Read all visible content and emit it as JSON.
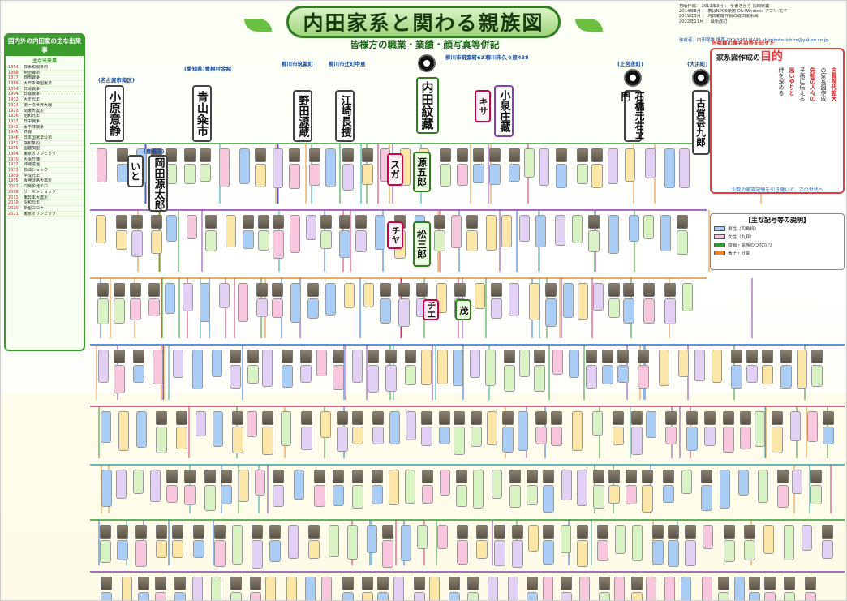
{
  "title": "内田家系と関わる親族図",
  "subtitle": "皆様方の職業・業績・顔写真等併記",
  "header_meta": [
    "初版作成： 2011年3月 ： 手書きから 内田家業",
    "2014年8月 ： 表はNPC6使用 OS:Windows アプリ:花子",
    "2019年3月 ： 内田範雄作製の成田家系図",
    "2022年11月 ： 最新改訂"
  ],
  "contact": "作成者：内田範雄  携帯 090(3161)4445  shimbotsuichiro@yahoo.co.jp",
  "left_column": {
    "title": "国内外の内田家の主な出来事",
    "subtitle": "主な出来事",
    "events": [
      {
        "year": "1854",
        "text": "日米和親条約"
      },
      {
        "year": "1868",
        "text": "明治維新"
      },
      {
        "year": "1877",
        "text": "西南戦争"
      },
      {
        "year": "1889",
        "text": "大日本帝国憲法"
      },
      {
        "year": "1894",
        "text": "日清戦争"
      },
      {
        "year": "1904",
        "text": "日露戦争"
      },
      {
        "year": "1912",
        "text": "大正元年"
      },
      {
        "year": "1914",
        "text": "第一次世界大戦"
      },
      {
        "year": "1923",
        "text": "関東大震災"
      },
      {
        "year": "1926",
        "text": "昭和元年"
      },
      {
        "year": "1937",
        "text": "日中戦争"
      },
      {
        "year": "1941",
        "text": "太平洋戦争"
      },
      {
        "year": "1945",
        "text": "終戦"
      },
      {
        "year": "1946",
        "text": "日本国憲法公布"
      },
      {
        "year": "1951",
        "text": "講和条約"
      },
      {
        "year": "1956",
        "text": "国連加盟"
      },
      {
        "year": "1964",
        "text": "東京オリンピック"
      },
      {
        "year": "1970",
        "text": "大阪万博"
      },
      {
        "year": "1972",
        "text": "沖縄返還"
      },
      {
        "year": "1973",
        "text": "石油ショック"
      },
      {
        "year": "1989",
        "text": "平成元年"
      },
      {
        "year": "1995",
        "text": "阪神淡路大震災"
      },
      {
        "year": "2001",
        "text": "同時多発テロ"
      },
      {
        "year": "2008",
        "text": "リーマンショック"
      },
      {
        "year": "2011",
        "text": "東日本大震災"
      },
      {
        "year": "2019",
        "text": "令和元年"
      },
      {
        "year": "2020",
        "text": "新型コロナ"
      },
      {
        "year": "2021",
        "text": "東京オリンピック"
      }
    ]
  },
  "clans": [
    {
      "name": "小原意静",
      "origin": "(名古屋市南区)"
    },
    {
      "name": "いと",
      "origin": ""
    },
    {
      "name": "岡田源太郎",
      "origin": "(豊橋市)"
    },
    {
      "name": "青山粂市",
      "origin": "(愛知県)豊根村金越"
    },
    {
      "name": "野田源蔵",
      "origin": "柳川市筑紫町"
    },
    {
      "name": "江崎長捜",
      "origin": "柳川市辻町中島"
    },
    {
      "name": "内田紋藏",
      "origin": "柳川市筑紫町637"
    },
    {
      "name": "小泉庄藏",
      "origin": "柳川市久々原438"
    },
    {
      "name": "石橋元右ヱ門",
      "origin": "(上宮永町)"
    },
    {
      "name": "古賀甚九郎",
      "origin": "(大浜町)"
    }
  ],
  "main_people": [
    "源五郎",
    "スガ",
    "チヤ",
    "松三郎",
    "茂",
    "チエ",
    "キサ"
  ],
  "purpose": {
    "lead": "先祖様の御名前等を記せた",
    "title_prefix": "家系図作成の",
    "title_key": "目的",
    "lines": [
      "古賀院代拡大",
      "の家系図作成",
      "先祖の人々の",
      "子孫に伝える",
      "思いやりと",
      "絆を深める"
    ],
    "footer": "少数の家族記憶を引き継いで、次の世代へ"
  },
  "legend": {
    "title": "【主な記号等の説明】",
    "items": [
      {
        "label": "男性（四角枠）",
        "color": "#6aa0e0"
      },
      {
        "label": "女性（丸枠）",
        "color": "#f2a0c0"
      },
      {
        "label": "婚姻・家族のつながり",
        "color": "#2f9a2f"
      },
      {
        "label": "養子・分家",
        "color": "#e48a2a"
      }
    ]
  },
  "colors": {
    "banner": "#9fd57d",
    "accent_green": "#3b9b2c",
    "accent_red": "#e43c3c",
    "male": "#a9cdf5",
    "female": "#f9c7dd"
  }
}
